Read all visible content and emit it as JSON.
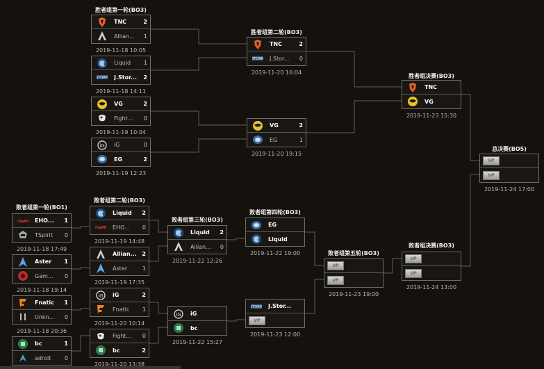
{
  "titles": {
    "ub_r1": "胜者组第一轮(BO3)",
    "ub_r2": "胜者组第二轮(BO3)",
    "ub_final": "胜者组决赛(BO3)",
    "grand_final": "总决赛(BO5)",
    "lb_r1": "败者组第一轮(BO1)",
    "lb_r2": "败者组第二轮(BO3)",
    "lb_r3": "败者组第三轮(BO3)",
    "lb_r4": "败者组第四轮(BO3)",
    "lb_r5": "败者组第五轮(BO3)",
    "lb_final": "败者组决赛(BO3)"
  },
  "placeholder_logo": "VP",
  "matches": [
    {
      "id": "ub1a",
      "time": "2019-11-18 10:05",
      "teams": [
        {
          "name": "TNC",
          "score": "2",
          "icon": "tnc",
          "win": true
        },
        {
          "name": "Allian...",
          "score": "1",
          "icon": "alliance",
          "win": false
        }
      ]
    },
    {
      "id": "ub1b",
      "time": "2019-11-18 14:11",
      "teams": [
        {
          "name": "Liquid",
          "score": "1",
          "icon": "liquid",
          "win": false
        },
        {
          "name": "J.Stor...",
          "score": "2",
          "icon": "jstorm",
          "win": true
        }
      ]
    },
    {
      "id": "ub1c",
      "time": "2019-11-19 10:04",
      "teams": [
        {
          "name": "VG",
          "score": "2",
          "icon": "vg",
          "win": true
        },
        {
          "name": "Fight...",
          "score": "0",
          "icon": "fighting",
          "win": false
        }
      ]
    },
    {
      "id": "ub1d",
      "time": "2019-11-19 12:23",
      "teams": [
        {
          "name": "iG",
          "score": "0",
          "icon": "ig",
          "win": false
        },
        {
          "name": "EG",
          "score": "2",
          "icon": "eg",
          "win": true
        }
      ]
    },
    {
      "id": "ub2a",
      "time": "2019-11-20 16:04",
      "teams": [
        {
          "name": "TNC",
          "score": "2",
          "icon": "tnc",
          "win": true
        },
        {
          "name": "J.Stor...",
          "score": "0",
          "icon": "jstorm",
          "win": false
        }
      ]
    },
    {
      "id": "ub2b",
      "time": "2019-11-20 19:15",
      "teams": [
        {
          "name": "VG",
          "score": "2",
          "icon": "vg",
          "win": true
        },
        {
          "name": "EG",
          "score": "1",
          "icon": "eg",
          "win": false
        }
      ]
    },
    {
      "id": "ubf",
      "time": "2019-11-23 15:30",
      "teams": [
        {
          "name": "TNC",
          "score": "",
          "icon": "tnc",
          "win": true
        },
        {
          "name": "VG",
          "score": "",
          "icon": "vg",
          "win": true
        }
      ]
    },
    {
      "id": "gf",
      "time": "2019-11-24 17:00",
      "teams": [
        {
          "name": "",
          "score": "",
          "icon": "placeholder",
          "win": false
        },
        {
          "name": "",
          "score": "",
          "icon": "placeholder",
          "win": false
        }
      ]
    },
    {
      "id": "lb1a",
      "time": "2019-11-18 17:49",
      "teams": [
        {
          "name": "EHO...",
          "score": "1",
          "icon": "ehome",
          "win": true
        },
        {
          "name": "TSpirit",
          "score": "0",
          "icon": "tspirit",
          "win": false
        }
      ]
    },
    {
      "id": "lb1b",
      "time": "2019-11-18 19:14",
      "teams": [
        {
          "name": "Aster",
          "score": "1",
          "icon": "aster",
          "win": true
        },
        {
          "name": "Gam...",
          "score": "0",
          "icon": "gambit",
          "win": false
        }
      ]
    },
    {
      "id": "lb1c",
      "time": "2019-11-18 20:36",
      "teams": [
        {
          "name": "Fnatic",
          "score": "1",
          "icon": "fnatic",
          "win": true
        },
        {
          "name": "Unkn...",
          "score": "0",
          "icon": "unknown",
          "win": false
        }
      ]
    },
    {
      "id": "lb1d",
      "time": "",
      "teams": [
        {
          "name": "bc",
          "score": "1",
          "icon": "bc",
          "win": true
        },
        {
          "name": "adroit",
          "score": "0",
          "icon": "adroit",
          "win": false
        }
      ]
    },
    {
      "id": "lb2a",
      "time": "2019-11-19 14:48",
      "teams": [
        {
          "name": "Liquid",
          "score": "2",
          "icon": "liquid",
          "win": true
        },
        {
          "name": "EHO...",
          "score": "0",
          "icon": "ehome",
          "win": false
        }
      ]
    },
    {
      "id": "lb2b",
      "time": "2019-11-19 17:35",
      "teams": [
        {
          "name": "Allian...",
          "score": "2",
          "icon": "alliance",
          "win": true
        },
        {
          "name": "Aster",
          "score": "1",
          "icon": "aster",
          "win": false
        }
      ]
    },
    {
      "id": "lb2c",
      "time": "2019-11-20 10:14",
      "teams": [
        {
          "name": "iG",
          "score": "2",
          "icon": "ig",
          "win": true
        },
        {
          "name": "Fnatic",
          "score": "1",
          "icon": "fnatic",
          "win": false
        }
      ]
    },
    {
      "id": "lb2d",
      "time": "2019-11-20 13:38",
      "teams": [
        {
          "name": "Fight...",
          "score": "0",
          "icon": "fighting",
          "win": false
        },
        {
          "name": "bc",
          "score": "2",
          "icon": "bc",
          "win": true
        }
      ]
    },
    {
      "id": "lb3a",
      "time": "2019-11-22 12:26",
      "teams": [
        {
          "name": "Liquid",
          "score": "2",
          "icon": "liquid",
          "win": true
        },
        {
          "name": "Allian...",
          "score": "0",
          "icon": "alliance",
          "win": false
        }
      ]
    },
    {
      "id": "lb3b",
      "time": "2019-11-22 15:27",
      "teams": [
        {
          "name": "iG",
          "score": "",
          "icon": "ig",
          "win": true
        },
        {
          "name": "bc",
          "score": "",
          "icon": "bc",
          "win": true
        }
      ]
    },
    {
      "id": "lb4a",
      "time": "2019-11-22 19:00",
      "teams": [
        {
          "name": "EG",
          "score": "",
          "icon": "eg",
          "win": true
        },
        {
          "name": "Liquid",
          "score": "",
          "icon": "liquid",
          "win": true
        }
      ]
    },
    {
      "id": "lb4b",
      "time": "2019-11-23 12:00",
      "teams": [
        {
          "name": "J.Stor...",
          "score": "",
          "icon": "jstorm",
          "win": true
        },
        {
          "name": "",
          "score": "",
          "icon": "placeholder",
          "win": false
        }
      ]
    },
    {
      "id": "lb5",
      "time": "2019-11-23 19:00",
      "teams": [
        {
          "name": "",
          "score": "",
          "icon": "placeholder",
          "win": false
        },
        {
          "name": "",
          "score": "",
          "icon": "placeholder",
          "win": false
        }
      ]
    },
    {
      "id": "lbf",
      "time": "2019-11-24 13:00",
      "teams": [
        {
          "name": "",
          "score": "",
          "icon": "placeholder",
          "win": false
        },
        {
          "name": "",
          "score": "",
          "icon": "placeholder",
          "win": false
        }
      ]
    }
  ]
}
